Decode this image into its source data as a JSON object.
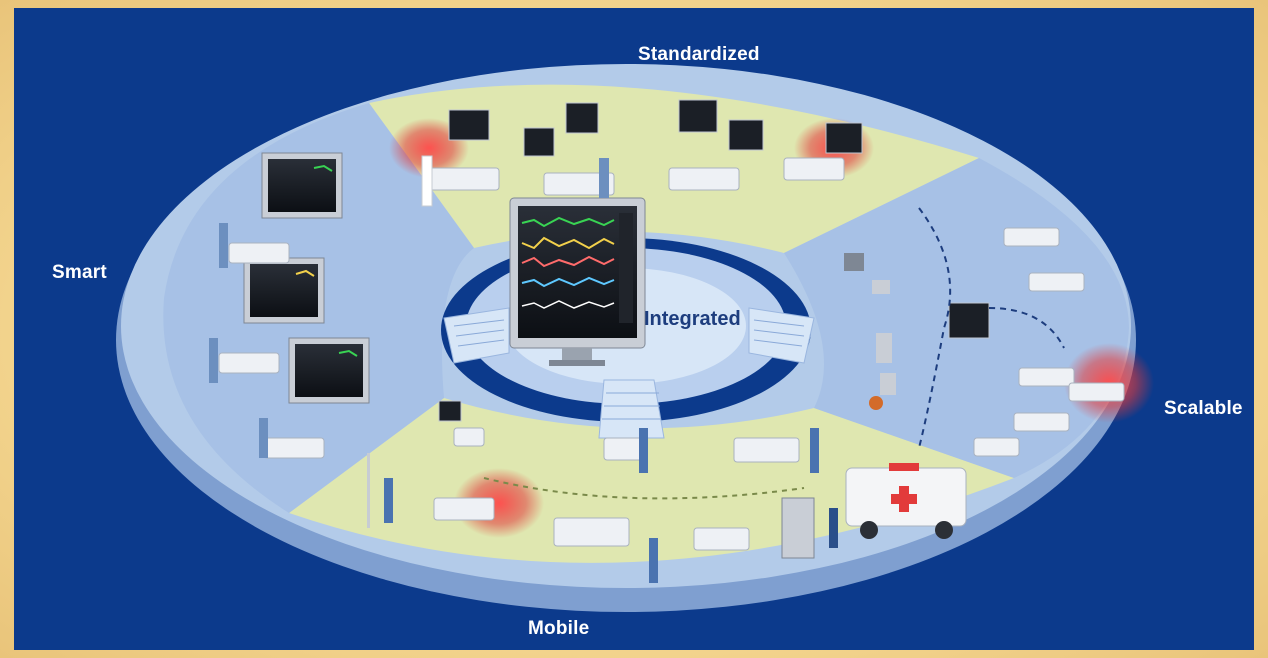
{
  "labels": {
    "top": "Standardized",
    "left": "Smart",
    "right": "Scalable",
    "bottom": "Mobile",
    "center": "Integrated"
  },
  "colors": {
    "background": "#0c3a8c",
    "frame": "#f3d89a",
    "ring_blue": "#a9c4e8",
    "ring_green": "#dfe7b0",
    "center_disc": "#cfe0f3",
    "highlight": "#e23b3b"
  }
}
